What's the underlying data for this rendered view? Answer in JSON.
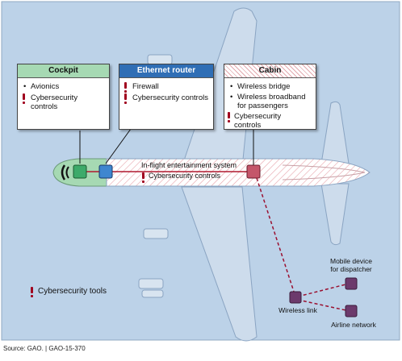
{
  "cockpit": {
    "title": "Cockpit",
    "items": [
      "Avionics",
      "Cybersecurity controls"
    ],
    "header_color": "#a6d9b3"
  },
  "router": {
    "title": "Ethernet router",
    "items": [
      "Firewall",
      "Cybersecurity controls"
    ],
    "header_color": "#2f6eb5"
  },
  "cabin": {
    "title": "Cabin",
    "items": [
      "Wireless bridge",
      "Wireless broadband",
      "for passengers",
      "Cybersecurity controls"
    ]
  },
  "ife": {
    "title": "In-flight entertainment system",
    "controls": "Cybersecurity controls"
  },
  "wireless": {
    "link": "Wireless link",
    "mobile_line1": "Mobile device",
    "mobile_line2": "for dispatcher",
    "airline": "Airline network"
  },
  "legend": {
    "label": "Cybersecurity tools"
  },
  "source": "Source: GAO.  |  GAO-15-370",
  "colors": {
    "background": "#bcd2e8",
    "plane": "#cddcec",
    "warning": "#a0001e",
    "link": "#9a1030"
  }
}
